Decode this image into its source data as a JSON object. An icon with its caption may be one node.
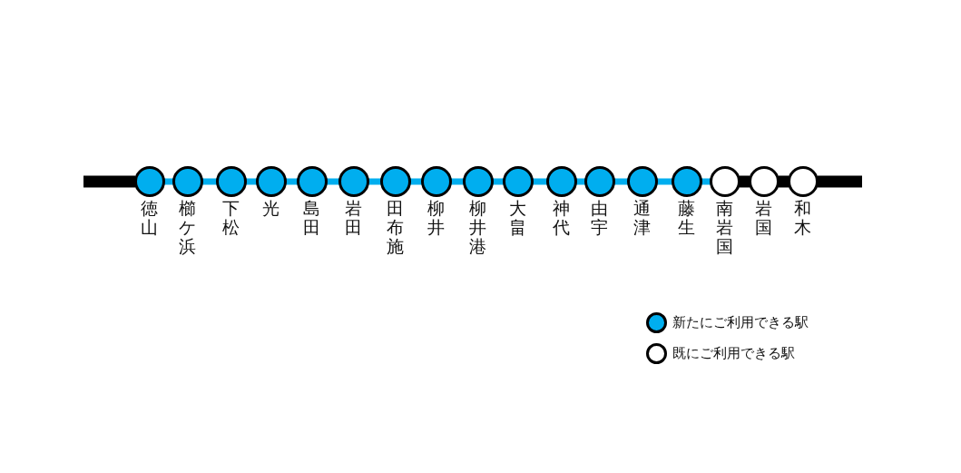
{
  "diagram": {
    "nodes": [
      {
        "text": [
          "徳山"
        ]
      },
      {
        "text": [
          "櫛ケ浜"
        ]
      },
      {
        "text": [
          "下松"
        ]
      },
      {
        "text": [
          "光"
        ]
      },
      {
        "text": [
          "島田"
        ]
      },
      {
        "text": [
          "岩田"
        ]
      },
      {
        "text": [
          "田布施"
        ]
      },
      {
        "text": [
          "柳井"
        ]
      },
      {
        "text": [
          "柳井港"
        ]
      },
      {
        "text": [
          "大畠"
        ]
      },
      {
        "text": [
          "神代"
        ]
      },
      {
        "text": [
          "由宇"
        ]
      },
      {
        "text": [
          "通津"
        ]
      },
      {
        "text": [
          "藤生"
        ]
      },
      {
        "text": [
          "南岩国"
        ]
      },
      {
        "text": [
          "岩国"
        ]
      },
      {
        "text": [
          "和木"
        ]
      }
    ],
    "edges": [
      {
        "from": null,
        "to": 0,
        "arrow": "none",
        "style": "thick",
        "color": "#000000"
      },
      {
        "from": 0,
        "to": 1,
        "arrow": "none"
      },
      {
        "from": 1,
        "to": 2,
        "arrow": "none"
      },
      {
        "from": 2,
        "to": 3,
        "arrow": "none"
      },
      {
        "from": 3,
        "to": 4,
        "arrow": "none"
      },
      {
        "from": 4,
        "to": 5,
        "arrow": "none"
      },
      {
        "from": 5,
        "to": 6,
        "arrow": "none"
      },
      {
        "from": 6,
        "to": 7,
        "arrow": "none"
      },
      {
        "from": 7,
        "to": 8,
        "arrow": "none"
      },
      {
        "from": 8,
        "to": 9,
        "arrow": "none"
      },
      {
        "from": 9,
        "to": 10,
        "arrow": "none"
      },
      {
        "from": 10,
        "to": 11,
        "arrow": "none"
      },
      {
        "from": 11,
        "to": 12,
        "arrow": "none"
      },
      {
        "from": 12,
        "to": 13,
        "arrow": "none"
      },
      {
        "from": 13,
        "to": 14,
        "arrow": "none"
      },
      {
        "from": 14,
        "to": 15,
        "arrow": "none",
        "style": "thick",
        "color": "#000000"
      },
      {
        "from": 15,
        "to": 16,
        "arrow": "none",
        "style": "thick",
        "color": "#000000"
      },
      {
        "from": 16,
        "to": null,
        "arrow": "none",
        "style": "thick",
        "color": "#000000"
      }
    ],
    "legend": [
      {
        "text": "新たにご利用できる駅",
        "color": "#00aeef"
      },
      {
        "text": "既にご利用できる駅",
        "color": "#ffffff"
      }
    ]
  }
}
